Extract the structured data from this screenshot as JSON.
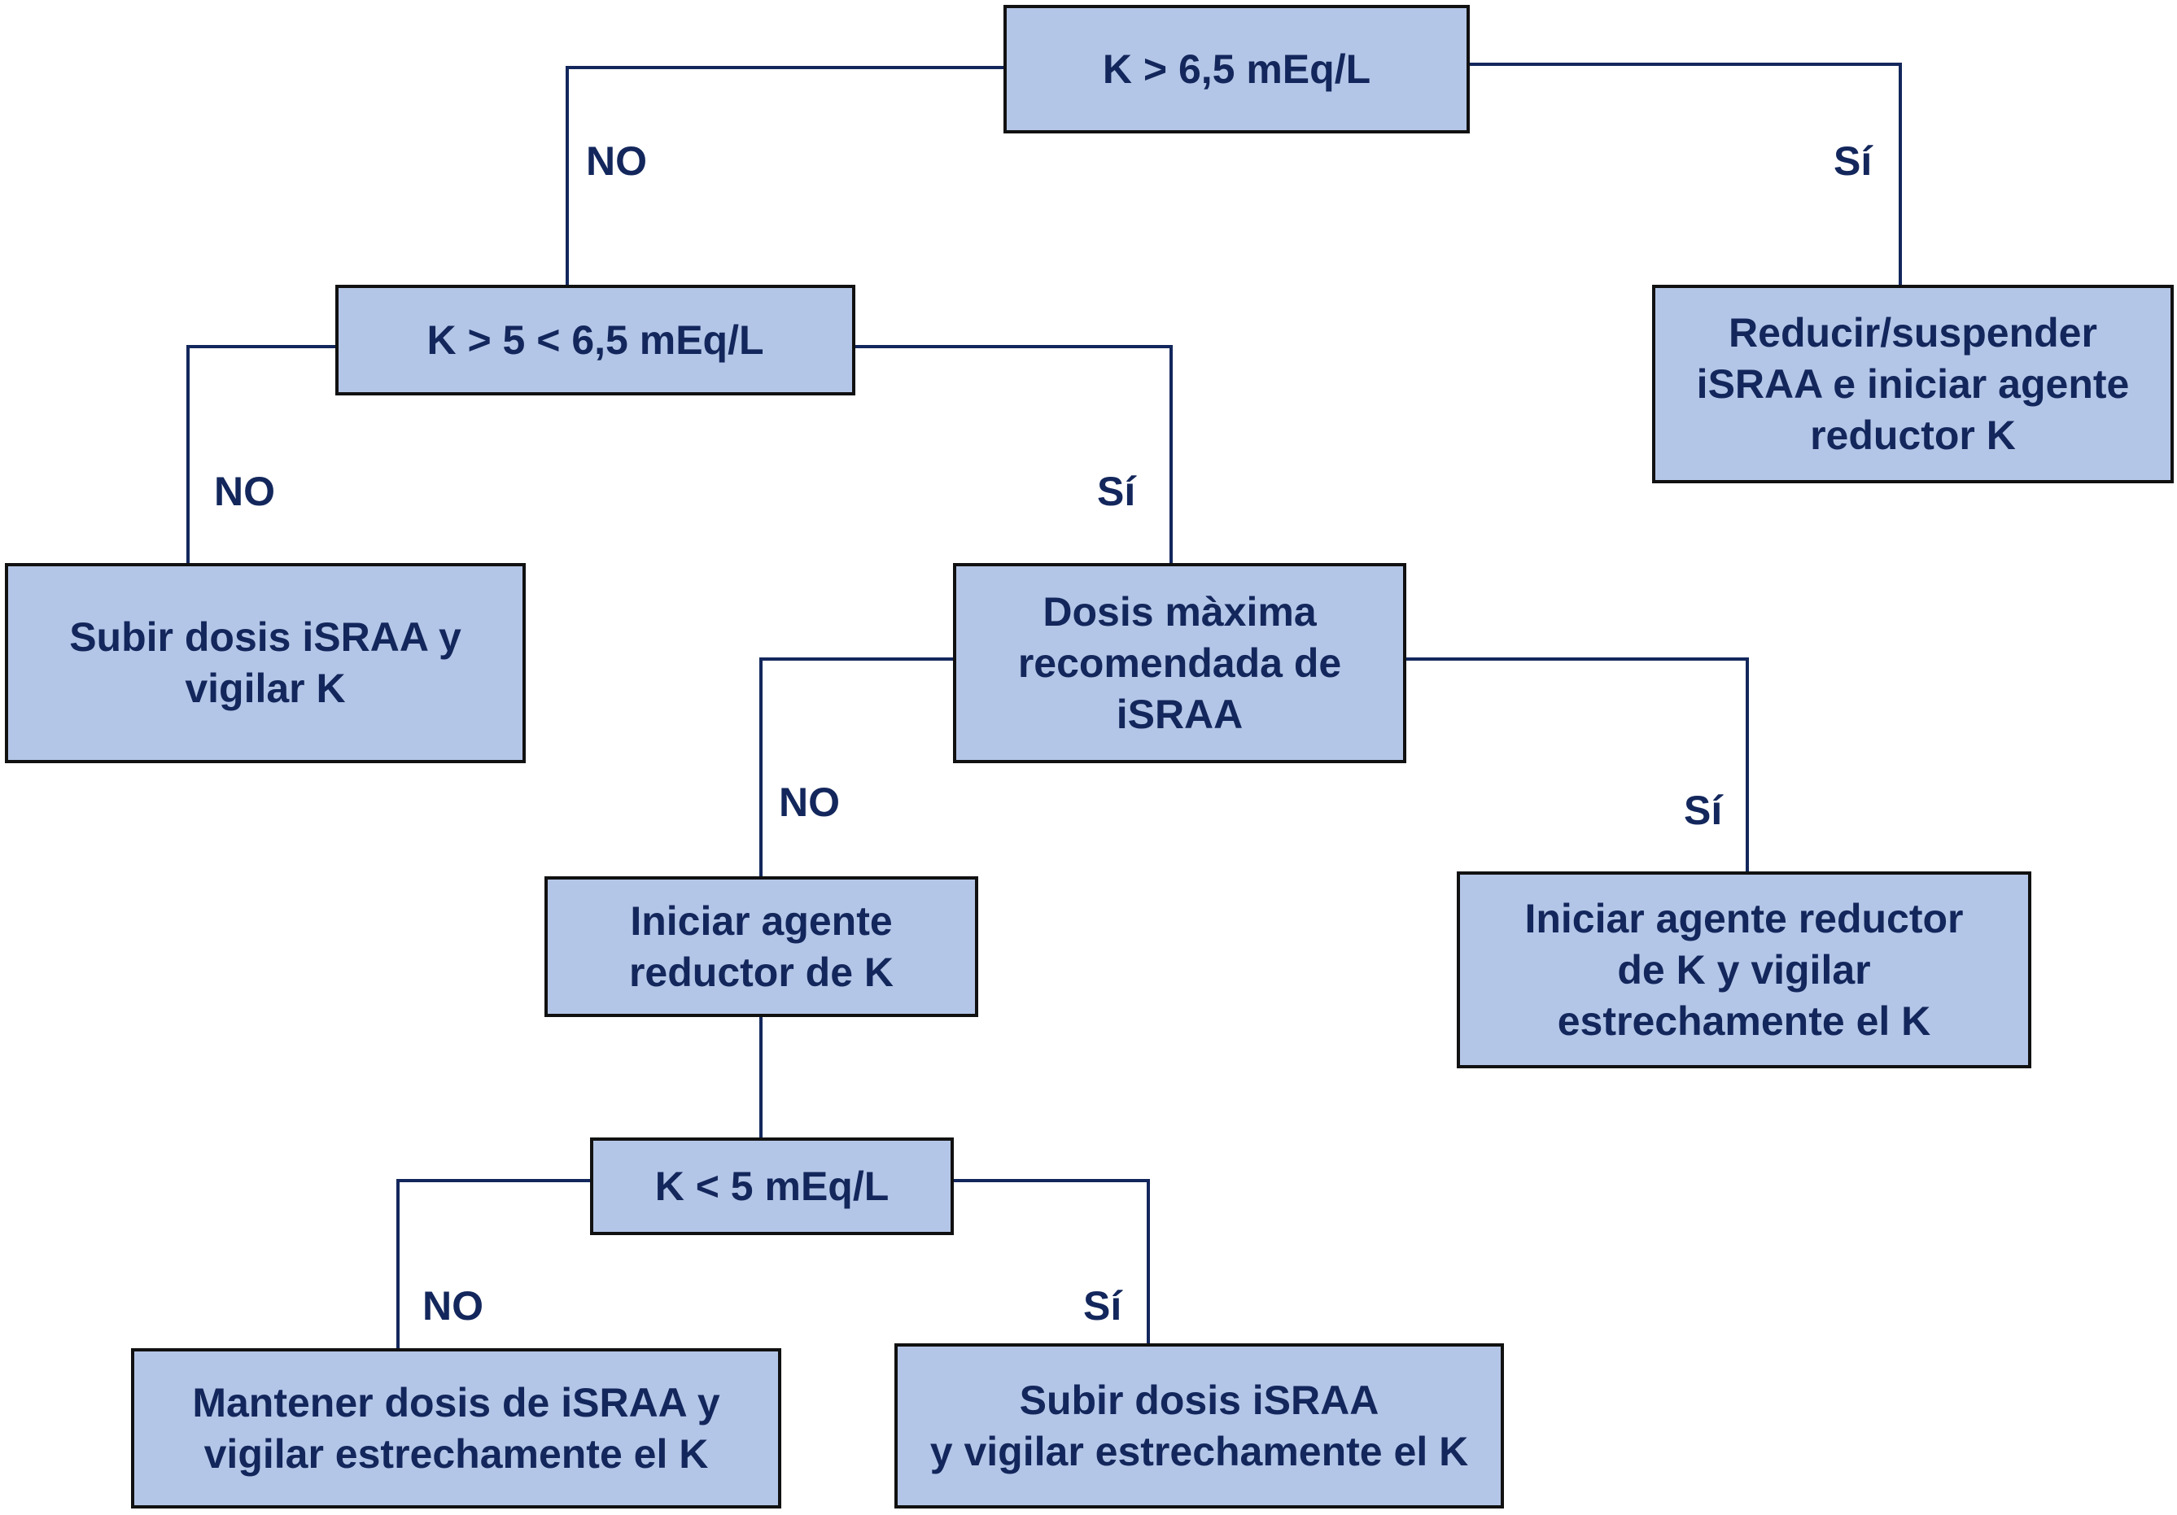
{
  "colors": {
    "box_fill": "#b4c6e7",
    "box_border": "#111111",
    "text": "#13275c",
    "connector": "#13275c"
  },
  "nodes": {
    "q1": "K > 6,5 mEq/L",
    "q2": "K > 5 < 6,5 mEq/L",
    "a_reduce": "Reducir/suspender\niSRAA e iniciar agente\nreductor K",
    "a_raise": "Subir dosis iSRAA y\nvigilar K",
    "q3": "Dosis màxima\nrecomendada de\niSRAA",
    "a_start_agent": "Iniciar agente\nreductor de K",
    "a_start_agent_monitor": "Iniciar agente reductor\nde K y vigilar\nestrechamente el K",
    "q4": "K < 5 mEq/L",
    "a_maintain": "Mantener dosis de iSRAA y\nvigilar estrechamente el K",
    "a_raise_monitor": "Subir dosis iSRAA\ny vigilar estrechamente el K"
  },
  "labels": {
    "no_1": "NO",
    "si_1": "Sí",
    "no_2": "NO",
    "si_2": "Sí",
    "no_3": "NO",
    "si_3": "Sí",
    "no_4": "NO",
    "si_4": "Sí"
  }
}
